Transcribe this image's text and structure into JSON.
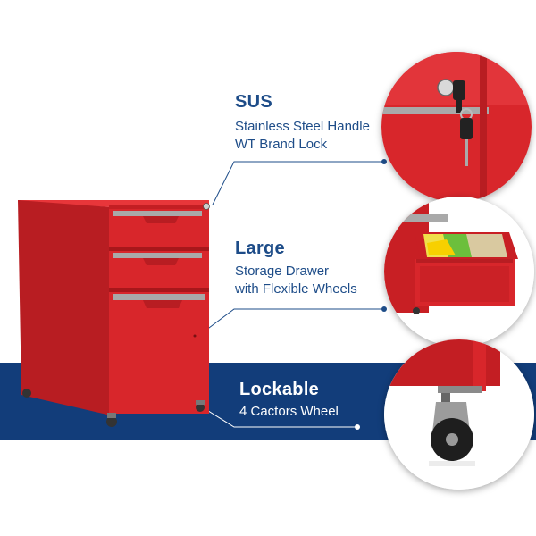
{
  "callouts": [
    {
      "heading": "SUS",
      "lines": [
        "Stainless Steel Handle",
        "WT Brand Lock"
      ]
    },
    {
      "heading": "Large",
      "lines": [
        "Storage Drawer",
        "with Flexible Wheels"
      ]
    },
    {
      "heading": "Lockable",
      "lines": [
        "4 Cactors Wheel"
      ]
    }
  ],
  "colors": {
    "band": "#123d7a",
    "cabinet_red": "#d8262b",
    "label_blue": "#1d4c88",
    "handle_gray": "#a9a9a9"
  },
  "icons": [
    "lock-key-icon",
    "caster-wheel-icon",
    "file-folder-icon"
  ]
}
